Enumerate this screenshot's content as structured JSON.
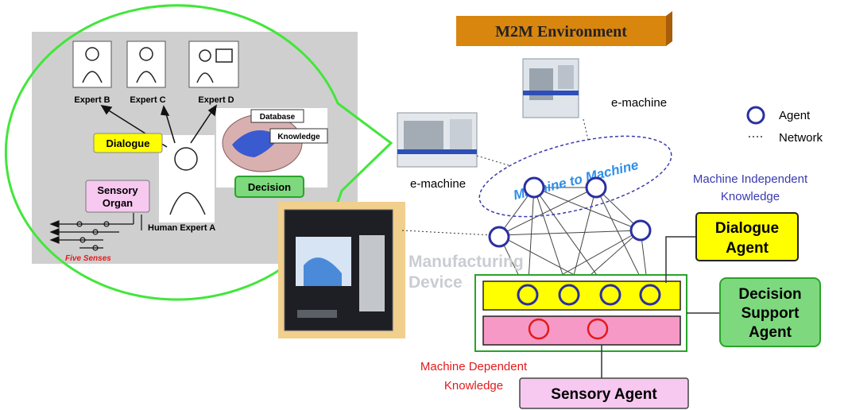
{
  "title": "M2M Environment",
  "human_panel": {
    "experts": [
      "Expert B",
      "Expert C",
      "Expert D"
    ],
    "human_expert": "Human Expert A",
    "dialogue": "Dialogue",
    "sensory_organ": [
      "Sensory",
      "Organ"
    ],
    "five_senses": "Five Senses",
    "database": "Database",
    "knowledge": "Knowledge",
    "decision": "Decision"
  },
  "machines": {
    "label_top": "e-machine",
    "label_left": "e-machine"
  },
  "network": {
    "m2m_label": "Machine to Machine",
    "mik": [
      "Machine Independent",
      "Knowledge"
    ],
    "mdk": [
      "Machine Dependent",
      "Knowledge"
    ],
    "manufacturing": [
      "Manufacturing",
      "Device"
    ]
  },
  "legend": {
    "agent": "Agent",
    "network": "Network"
  },
  "agents": {
    "dialogue": [
      "Dialogue",
      "Agent"
    ],
    "decision": [
      "Decision",
      "Support",
      "Agent"
    ],
    "sensory": "Sensory Agent"
  },
  "colors": {
    "title_box": "#d9860f",
    "agent_blue": "#2b2fa0",
    "agent_red": "#e31b1b",
    "green": "#2aa32a",
    "yellow": "#ffff00",
    "pink": "#f799c7",
    "bubble": "#cfcfcf",
    "m2m_text": "#2f8fe8",
    "mik_text": "#3a3ab0",
    "mdk_text": "#e31b1b"
  }
}
